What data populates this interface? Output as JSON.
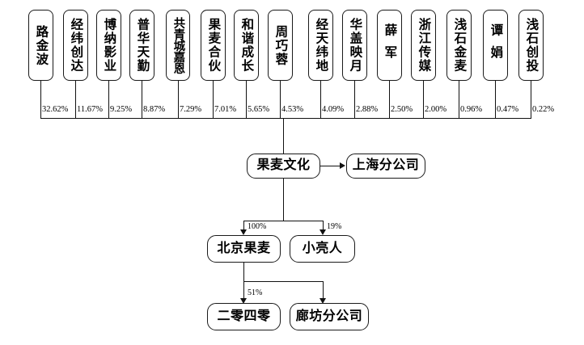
{
  "diagram": {
    "title": "Guomai Culture ownership and subsidiary structure",
    "type": "org-ownership-chart",
    "line_color": "#111111",
    "box_border_color": "#1a1a1a",
    "background": "#ffffff"
  },
  "shareholders": [
    {
      "name": "路金波",
      "percent": "32.62%",
      "chars": 3
    },
    {
      "name": "经纬创达",
      "percent": "11.67%",
      "chars": 4
    },
    {
      "name": "博纳影业",
      "percent": "9.25%",
      "chars": 4
    },
    {
      "name": "普华天勤",
      "percent": "8.87%",
      "chars": 4
    },
    {
      "name": "共青城嘉恩",
      "percent": "7.29%",
      "chars": 5
    },
    {
      "name": "果麦合伙",
      "percent": "7.01%",
      "chars": 4
    },
    {
      "name": "和谐成长",
      "percent": "5.65%",
      "chars": 4
    },
    {
      "name": "周巧蓉",
      "percent": "4.53%",
      "chars": 3
    },
    {
      "name": "经天纬地",
      "percent": "4.09%",
      "chars": 4
    },
    {
      "name": "华盖映月",
      "percent": "2.88%",
      "chars": 4
    },
    {
      "name": "薛军",
      "percent": "2.50%",
      "chars": 2
    },
    {
      "name": "浙江传媒",
      "percent": "2.00%",
      "chars": 4
    },
    {
      "name": "浅石金麦",
      "percent": "0.96%",
      "chars": 4
    },
    {
      "name": "谭娟",
      "percent": "0.47%",
      "chars": 2
    },
    {
      "name": "浅石创投",
      "percent": "0.22%",
      "chars": 4
    }
  ],
  "company": {
    "name": "果麦文化",
    "branch": {
      "name": "上海分公司",
      "relation": "branch"
    }
  },
  "subsidiaries": [
    {
      "name": "北京果麦",
      "percent": "100%"
    },
    {
      "name": "小亮人",
      "percent": "19%"
    }
  ],
  "grandchildren": [
    {
      "name": "二零四零",
      "percent": "51%",
      "parent": "北京果麦"
    },
    {
      "name": "廊坊分公司",
      "percent": "",
      "parent": "北京果麦"
    }
  ]
}
